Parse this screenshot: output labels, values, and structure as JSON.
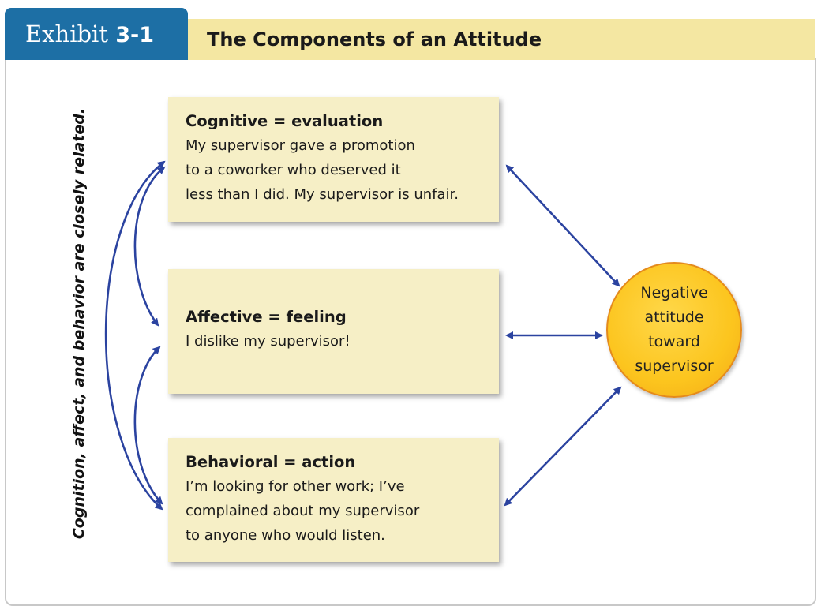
{
  "header": {
    "exhibit_word": "Exhibit",
    "exhibit_number": "3-1",
    "title": "The Components of an Attitude"
  },
  "side_caption": "Cognition, affect, and behavior are closely related.",
  "components": {
    "cognitive": {
      "heading": "Cognitive = evaluation",
      "text": "My supervisor gave a promotion\nto a coworker who deserved it\nless than I did. My supervisor is unfair."
    },
    "affective": {
      "heading": "Affective = feeling",
      "text": "I dislike my supervisor!"
    },
    "behavioral": {
      "heading": "Behavioral = action",
      "text": "I’m looking for other work; I’ve\ncomplained about my supervisor\nto anyone who would listen."
    }
  },
  "outcome": {
    "text": "Negative\nattitude\ntoward\nsupervisor"
  },
  "colors": {
    "tab_blue": "#1d6fa5",
    "title_bar": "#f4e7a2",
    "box_fill": "#f6efc6",
    "arrow": "#2b43a0",
    "circle_fill": "#fcc51e",
    "circle_border": "#e48a1c"
  }
}
